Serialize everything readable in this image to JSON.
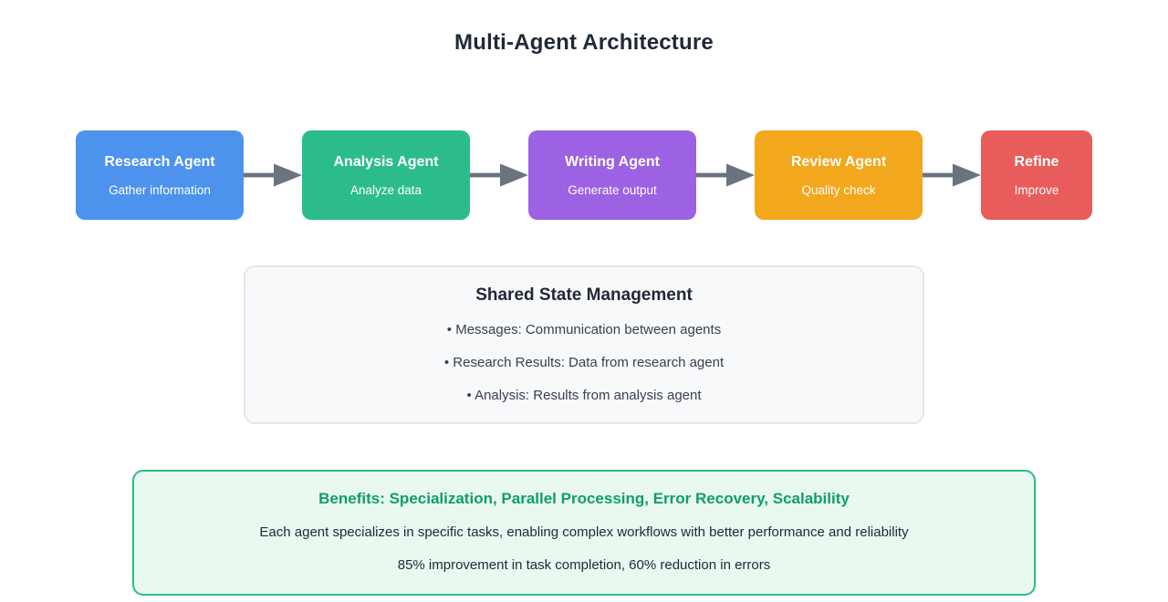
{
  "page": {
    "title": "Multi-Agent Architecture"
  },
  "agents": [
    {
      "name": "Research Agent",
      "description": "Gather information",
      "color": "#4d93ee"
    },
    {
      "name": "Analysis Agent",
      "description": "Analyze data",
      "color": "#2cbc8b"
    },
    {
      "name": "Writing Agent",
      "description": "Generate output",
      "color": "#9d61e3"
    },
    {
      "name": "Review Agent",
      "description": "Quality check",
      "color": "#f2a71c"
    },
    {
      "name": "Refine",
      "description": "Improve",
      "color": "#e95c5c"
    }
  ],
  "shared_state": {
    "title": "Shared State Management",
    "items": [
      "• Messages: Communication between agents",
      "• Research Results: Data from research agent",
      "• Analysis: Results from analysis agent"
    ]
  },
  "benefits": {
    "title": "Benefits: Specialization, Parallel Processing, Error Recovery, Scalability",
    "line1": "Each agent specializes in specific tasks, enabling complex workflows with better performance and reliability",
    "line2": "85% improvement in task completion, 60% reduction in errors"
  },
  "colors": {
    "arrow": "#6b7280",
    "heading": "#1f2937",
    "benefits_accent": "#0e9d6e",
    "benefits_border": "#27bf87",
    "benefits_bg": "#e9f9f0",
    "shared_bg": "#f8f9fb"
  }
}
